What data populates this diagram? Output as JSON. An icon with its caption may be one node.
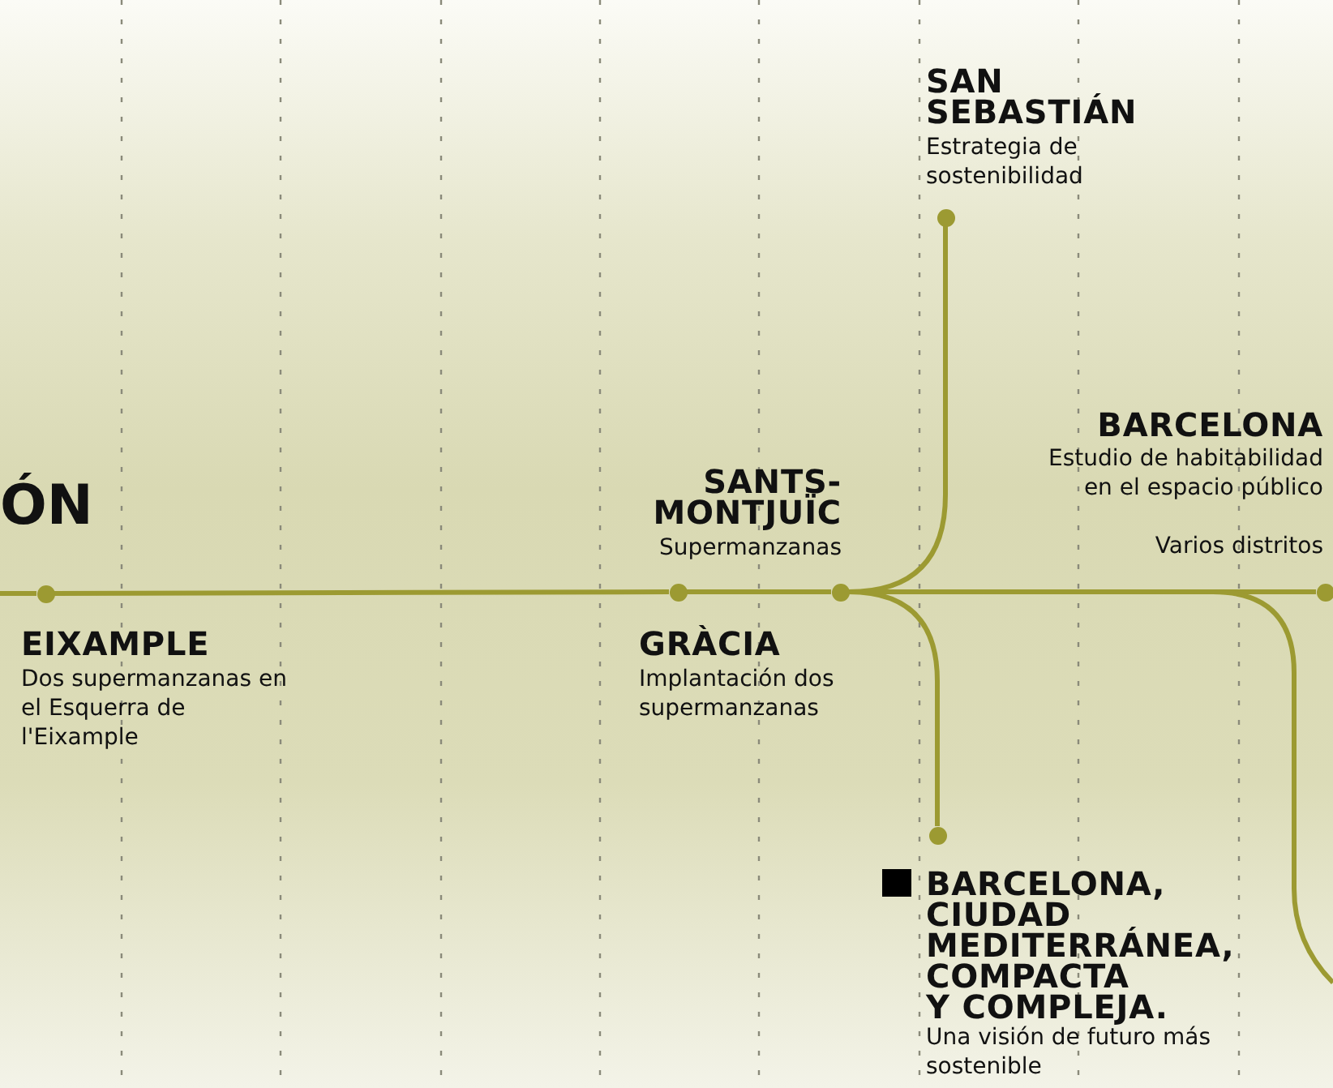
{
  "diagram": {
    "nodes": [
      {
        "text": [],
        "shape": "circle",
        "beside": [
          "EIXAMPLE",
          "Dos supermanzanas en el Esquerra de l'Eixample"
        ]
      },
      {
        "text": [],
        "shape": "circle",
        "beside": [
          "GRÀCIA",
          "Implantación dos supermanzanas"
        ]
      },
      {
        "text": [],
        "shape": "circle",
        "beside": [
          "SANTS- MONTJUÏC",
          "Supermanzanas"
        ]
      },
      {
        "text": [],
        "shape": "circle",
        "beside": [
          "SAN SEBASTIÁN",
          "Estrategia de sostenibilidad"
        ]
      },
      {
        "text": [],
        "shape": "circle",
        "beside": [
          "BARCELONA, CIUDAD MEDITERRÁNEA, COMPACTA Y COMPLEJA.",
          "Una visión de futuro más sostenible"
        ]
      },
      {
        "text": [],
        "shape": "circle",
        "beside": [
          "BARCELONA",
          "Estudio de habitabilidad en el espacio público",
          "Varios distritos"
        ]
      }
    ],
    "edges": [
      {
        "from": null,
        "to": 0,
        "arrow": "none"
      },
      {
        "from": 0,
        "to": 1,
        "arrow": "none"
      },
      {
        "from": 1,
        "to": 2,
        "arrow": "none"
      },
      {
        "from": 2,
        "to": 3,
        "arrow": "none"
      },
      {
        "from": 2,
        "to": 4,
        "arrow": "none"
      },
      {
        "from": 2,
        "to": 5,
        "arrow": "none"
      },
      {
        "from": 2,
        "to": null,
        "arrow": "none"
      }
    ],
    "labels": [
      "ÓN"
    ]
  }
}
